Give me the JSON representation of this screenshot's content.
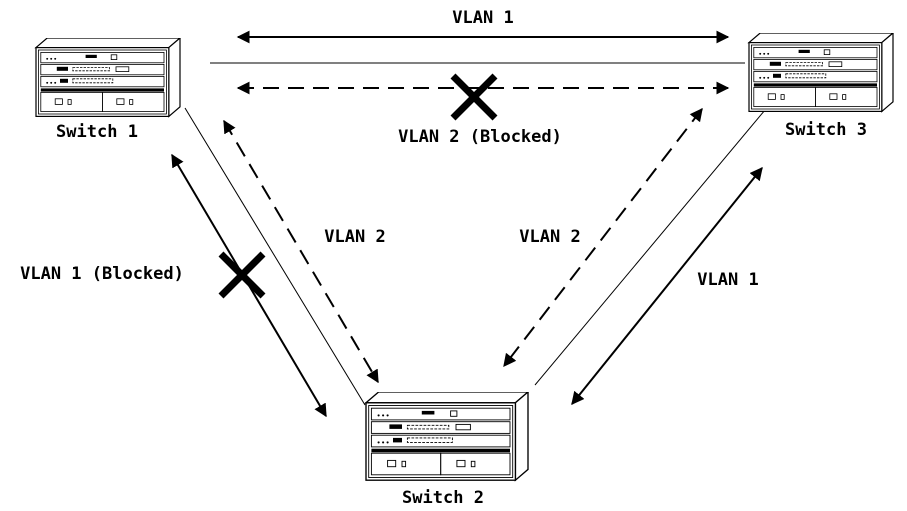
{
  "switches": [
    {
      "id": "s1",
      "label": "Switch 1"
    },
    {
      "id": "s2",
      "label": "Switch 2"
    },
    {
      "id": "s3",
      "label": "Switch 3"
    }
  ],
  "links": {
    "s1_s3_vlan1": "VLAN 1",
    "s1_s3_vlan2": "VLAN 2 (Blocked)",
    "s1_s2_vlan2": "VLAN 2",
    "s1_s2_vlan1": "VLAN 1 (Blocked)",
    "s3_s2_vlan2": "VLAN 2",
    "s3_s2_vlan1": "VLAN 1"
  },
  "icons": {
    "switch": "network-switch-chassis-icon",
    "blocked": "blocked-x-icon"
  },
  "colors": {
    "stroke": "#000000",
    "background": "#ffffff"
  }
}
